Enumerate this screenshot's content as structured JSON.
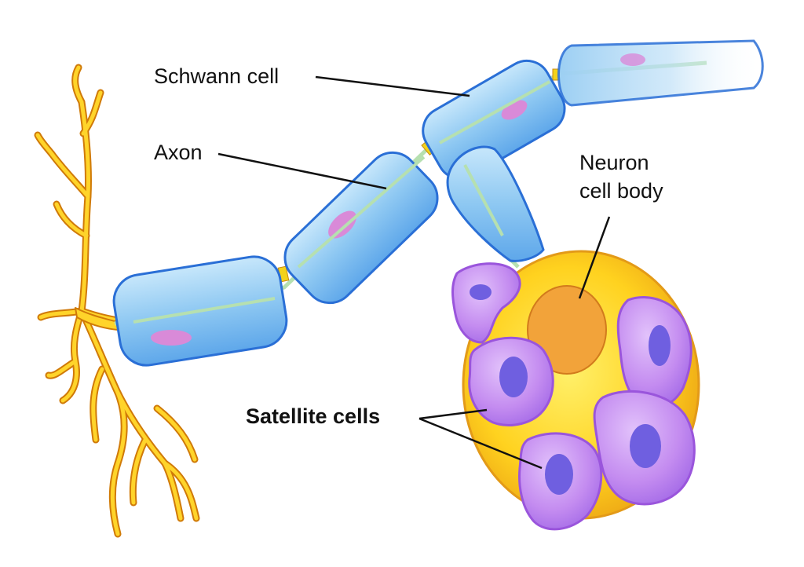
{
  "labels": {
    "schwann_cell": "Schwann cell",
    "axon": "Axon",
    "neuron_line1": "Neuron",
    "neuron_line2": "cell body",
    "satellite_cells": "Satellite cells"
  },
  "colors": {
    "schwann_fill": "#8ec8f2",
    "schwann_edge": "#2a6fd6",
    "axon_core": "#b6e0b0",
    "node_gap": "#f3d21b",
    "nucleus_pink": "#d98ad8",
    "dendrite_fill": "#ffd42a",
    "dendrite_edge": "#d07a08",
    "cell_body": "#ffd21f",
    "cell_nucleus": "#f2a33a",
    "satellite_fill": "#c48cf0",
    "satellite_edge": "#9a55dc",
    "satellite_nucleus": "#6f5fe0"
  }
}
